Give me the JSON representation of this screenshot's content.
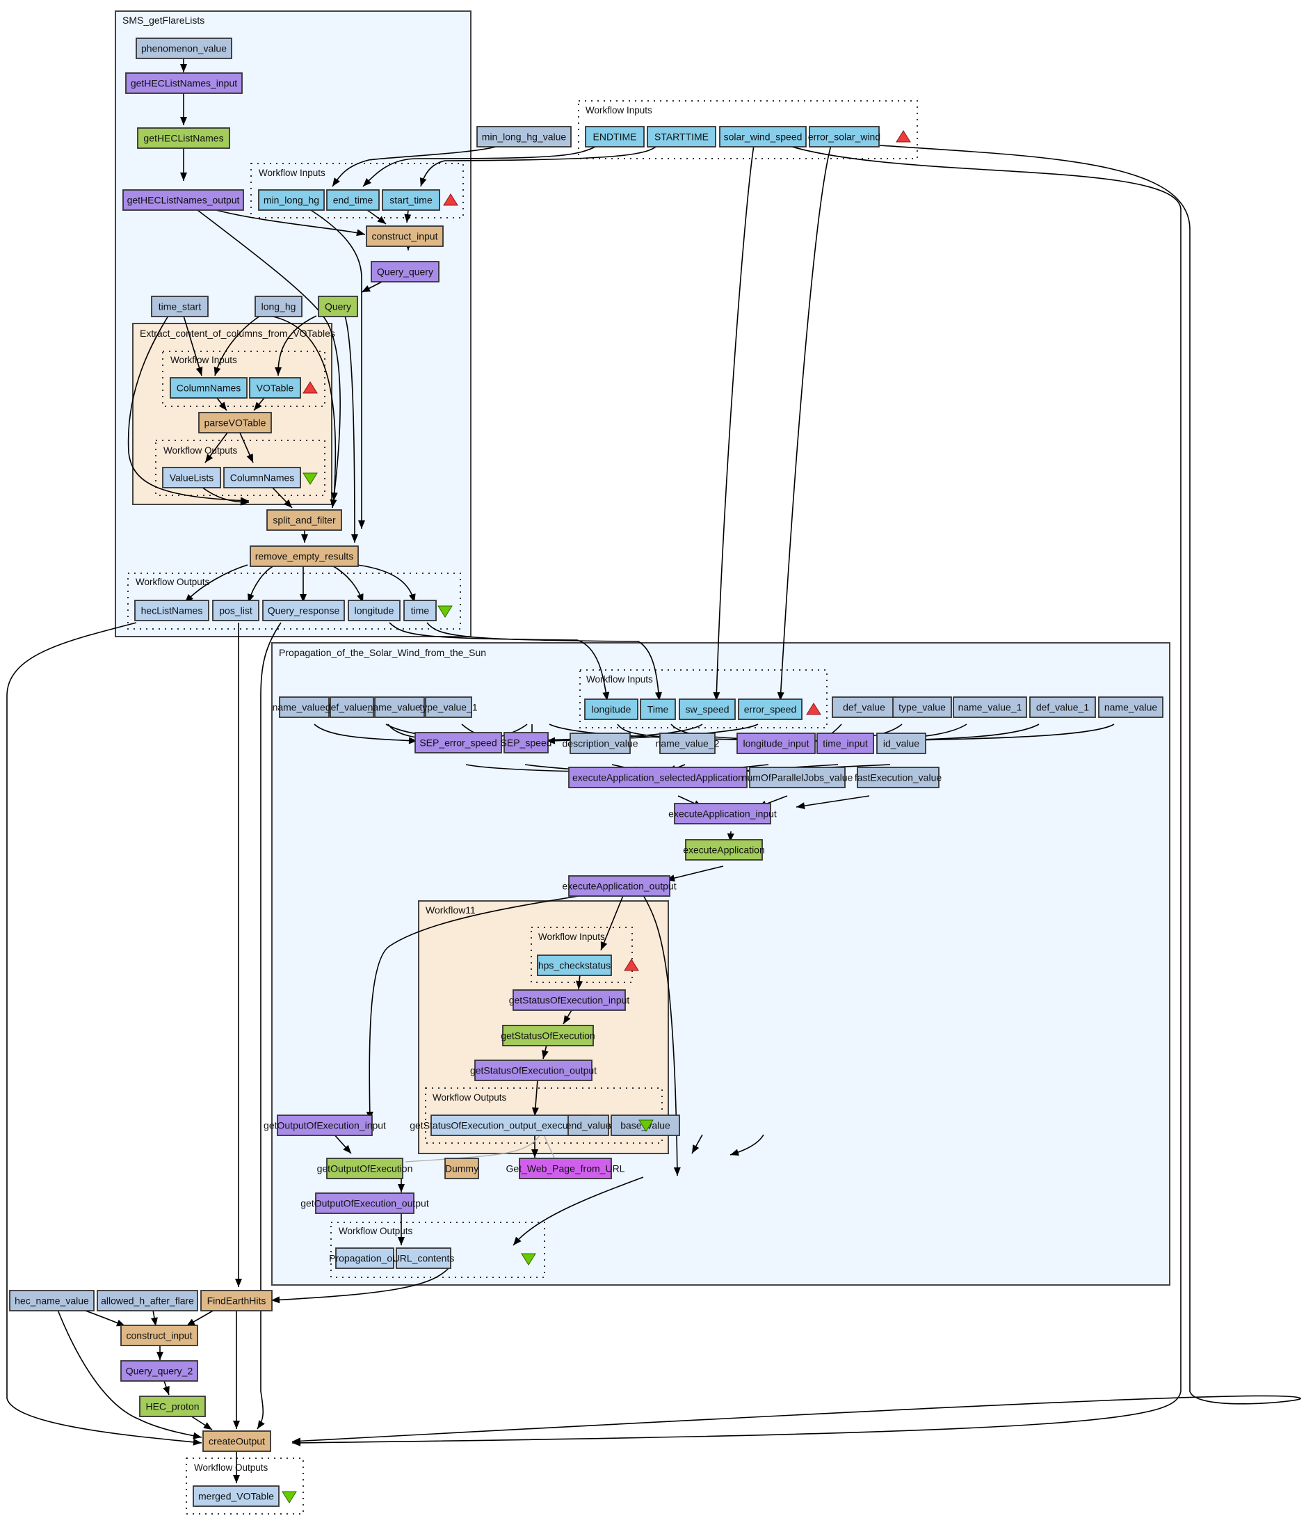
{
  "colors": {
    "constant": "#b0c4de",
    "workflow_input": "#87ceeb",
    "workflow_output": "#b9d3ee",
    "wsdl_io": "#a88ce8",
    "wsdl_service": "#a3cc5a",
    "beanshell": "#deb887",
    "rest_service": "#d15fee",
    "cluster_outer_bg": "#eef6ff",
    "cluster_inner_bg": "#faead8",
    "input_marker": "#ee3b3b",
    "output_marker": "#66cc00"
  },
  "clusters": {
    "sms": "SMS_getFlareLists",
    "extract": "Extract_content_of_columns_from_VOTables",
    "propagation": "Propagation_of_the_Solar_Wind_from_the_Sun",
    "workflow11": "Workflow11"
  },
  "groups": {
    "top_inputs": "Workflow Inputs",
    "sms_inputs": "Workflow Inputs",
    "extract_inputs": "Workflow Inputs",
    "extract_outputs": "Workflow Outputs",
    "sms_outputs": "Workflow Outputs",
    "prop_inputs": "Workflow Inputs",
    "wf11_inputs": "Workflow Inputs",
    "wf11_outputs": "Workflow Outputs",
    "prop_outputs": "Workflow Outputs",
    "main_outputs": "Workflow Outputs"
  },
  "nodes": {
    "phenomenon_value": "phenomenon_value",
    "getHECListNames_input": "getHECListNames_input",
    "getHECListNames": "getHECListNames",
    "getHECListNames_output": "getHECListNames_output",
    "min_long_hg": "min_long_hg",
    "end_time": "end_time",
    "start_time": "start_time",
    "construct_input": "construct_input",
    "Query_query": "Query_query",
    "Query": "Query",
    "time_start": "time_start",
    "long_hg": "long_hg",
    "ColumnNames_in": "ColumnNames",
    "VOTable": "VOTable",
    "parseVOTable": "parseVOTable",
    "ValueLists": "ValueLists",
    "ColumnNames_out": "ColumnNames",
    "split_and_filter": "split_and_filter",
    "remove_empty_results": "remove_empty_results",
    "hecListNames": "hecListNames",
    "pos_list": "pos_list",
    "Query_response": "Query_response",
    "longitude_out": "longitude",
    "time_out": "time",
    "min_long_hg_value": "min_long_hg_value",
    "ENDTIME": "ENDTIME",
    "STARTTIME": "STARTTIME",
    "solar_wind_speed": "solar_wind_speed",
    "error_solar_wind": "error_solar_wind",
    "name_value_4": "name_value_4",
    "def_value_2": "def_value_2",
    "name_value_3": "name_value_3",
    "type_value_1": "type_value_1",
    "longitude_in": "longitude",
    "Time_in": "Time",
    "sw_speed": "sw_speed",
    "error_speed": "error_speed",
    "def_value": "def_value",
    "type_value": "type_value",
    "name_value_1": "name_value_1",
    "def_value_1": "def_value_1",
    "name_value": "name_value",
    "SEP_error_speed": "SEP_error_speed",
    "SEP_speed": "SEP_speed",
    "description_value": "description_value",
    "name_value_2": "name_value_2",
    "longitude_input": "longitude_input",
    "time_input": "time_input",
    "id_value": "id_value",
    "executeApplication_selectedApplication": "executeApplication_selectedApplication",
    "numOfParallelJobs_value": "numOfParallelJobs_value",
    "fastExecution_value": "fastExecution_value",
    "executeApplication_input": "executeApplication_input",
    "executeApplication": "executeApplication",
    "executeApplication_output": "executeApplication_output",
    "hps_checkstatus": "hps_checkstatus",
    "getStatusOfExecution_input": "getStatusOfExecution_input",
    "getStatusOfExecution": "getStatusOfExecution",
    "getStatusOfExecution_output": "getStatusOfExecution_output",
    "getStatusOfExecution_output_executionStatus": "getStatusOfExecution_output_executionStatus",
    "getOutputOfExecution_input": "getOutputOfExecution_input",
    "getOutputOfExecution": "getOutputOfExecution",
    "Dummy": "Dummy",
    "end_value": "end_value",
    "base_value": "base_value",
    "Get_Web_Page_from_URL": "Get_Web_Page_from_URL",
    "getOutputOfExecution_output": "getOutputOfExecution_output",
    "Propagation_out": "Propagation_out",
    "URL_contents": "URL_contents",
    "hec_name_value": "hec_name_value",
    "allowed_h_after_flare": "allowed_h_after_flare",
    "FindEarthHits": "FindEarthHits",
    "construct_input_2": "construct_input",
    "Query_query_2": "Query_query_2",
    "HEC_proton": "HEC_proton",
    "createOutput": "createOutput",
    "merged_VOTable": "merged_VOTable"
  }
}
